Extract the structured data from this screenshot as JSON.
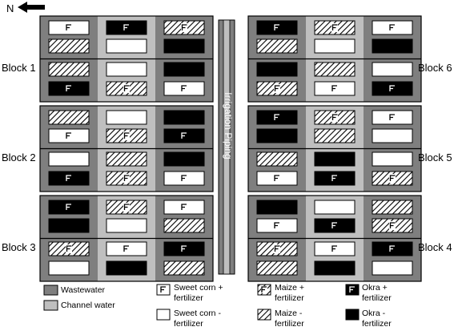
{
  "north_label": "N",
  "pipe_label": "Irrigation Piping",
  "colors": {
    "wastewater": "#7f7f7f",
    "channel": "#bfbfbf",
    "border": "#000000",
    "white": "#ffffff",
    "black": "#000000"
  },
  "blocks": [
    {
      "label": "Block 1",
      "side": "left",
      "strips": [
        "wastewater",
        "channel",
        "wastewater"
      ],
      "rows": [
        [
          {
            "crop": "sweetcorn",
            "fert": true
          },
          {
            "crop": "okra",
            "fert": true
          },
          {
            "crop": "maize",
            "fert": true
          }
        ],
        [
          {
            "crop": "maize",
            "fert": false
          },
          {
            "crop": "sweetcorn",
            "fert": false
          },
          {
            "crop": "okra",
            "fert": false
          }
        ],
        [
          {
            "crop": "maize",
            "fert": false
          },
          {
            "crop": "sweetcorn",
            "fert": false
          },
          {
            "crop": "okra",
            "fert": false
          }
        ],
        [
          {
            "crop": "okra",
            "fert": true
          },
          {
            "crop": "maize",
            "fert": true
          },
          {
            "crop": "sweetcorn",
            "fert": true
          }
        ]
      ]
    },
    {
      "label": "Block 2",
      "side": "left",
      "strips": [
        "wastewater",
        "channel",
        "wastewater"
      ],
      "rows": [
        [
          {
            "crop": "maize",
            "fert": false
          },
          {
            "crop": "sweetcorn",
            "fert": false
          },
          {
            "crop": "okra",
            "fert": false
          }
        ],
        [
          {
            "crop": "sweetcorn",
            "fert": true
          },
          {
            "crop": "maize",
            "fert": true
          },
          {
            "crop": "okra",
            "fert": true
          }
        ],
        [
          {
            "crop": "sweetcorn",
            "fert": false
          },
          {
            "crop": "maize",
            "fert": false
          },
          {
            "crop": "okra",
            "fert": false
          }
        ],
        [
          {
            "crop": "okra",
            "fert": true
          },
          {
            "crop": "maize",
            "fert": true
          },
          {
            "crop": "sweetcorn",
            "fert": true
          }
        ]
      ]
    },
    {
      "label": "Block 3",
      "side": "left",
      "strips": [
        "wastewater",
        "channel",
        "wastewater"
      ],
      "rows": [
        [
          {
            "crop": "okra",
            "fert": true
          },
          {
            "crop": "maize",
            "fert": true
          },
          {
            "crop": "sweetcorn",
            "fert": true
          }
        ],
        [
          {
            "crop": "okra",
            "fert": false
          },
          {
            "crop": "sweetcorn",
            "fert": false
          },
          {
            "crop": "maize",
            "fert": false
          }
        ],
        [
          {
            "crop": "maize",
            "fert": true
          },
          {
            "crop": "sweetcorn",
            "fert": true
          },
          {
            "crop": "okra",
            "fert": true
          }
        ],
        [
          {
            "crop": "sweetcorn",
            "fert": false
          },
          {
            "crop": "okra",
            "fert": false
          },
          {
            "crop": "maize",
            "fert": false
          }
        ]
      ]
    },
    {
      "label": "Block 6",
      "side": "right",
      "strips": [
        "wastewater",
        "channel",
        "wastewater"
      ],
      "rows": [
        [
          {
            "crop": "okra",
            "fert": true
          },
          {
            "crop": "maize",
            "fert": true
          },
          {
            "crop": "sweetcorn",
            "fert": true
          }
        ],
        [
          {
            "crop": "maize",
            "fert": false
          },
          {
            "crop": "sweetcorn",
            "fert": false
          },
          {
            "crop": "okra",
            "fert": false
          }
        ],
        [
          {
            "crop": "okra",
            "fert": false
          },
          {
            "crop": "maize",
            "fert": false
          },
          {
            "crop": "sweetcorn",
            "fert": false
          }
        ],
        [
          {
            "crop": "maize",
            "fert": true
          },
          {
            "crop": "sweetcorn",
            "fert": true
          },
          {
            "crop": "okra",
            "fert": true
          }
        ]
      ]
    },
    {
      "label": "Block 5",
      "side": "right",
      "strips": [
        "wastewater",
        "channel",
        "wastewater"
      ],
      "rows": [
        [
          {
            "crop": "okra",
            "fert": true
          },
          {
            "crop": "maize",
            "fert": true
          },
          {
            "crop": "sweetcorn",
            "fert": true
          }
        ],
        [
          {
            "crop": "okra",
            "fert": false
          },
          {
            "crop": "maize",
            "fert": false
          },
          {
            "crop": "sweetcorn",
            "fert": false
          }
        ],
        [
          {
            "crop": "maize",
            "fert": false
          },
          {
            "crop": "okra",
            "fert": false
          },
          {
            "crop": "sweetcorn",
            "fert": false
          }
        ],
        [
          {
            "crop": "sweetcorn",
            "fert": true
          },
          {
            "crop": "okra",
            "fert": true
          },
          {
            "crop": "maize",
            "fert": true
          }
        ]
      ]
    },
    {
      "label": "Block 4",
      "side": "right",
      "strips": [
        "wastewater",
        "channel",
        "wastewater"
      ],
      "rows": [
        [
          {
            "crop": "okra",
            "fert": false
          },
          {
            "crop": "sweetcorn",
            "fert": false
          },
          {
            "crop": "maize",
            "fert": false
          }
        ],
        [
          {
            "crop": "sweetcorn",
            "fert": true
          },
          {
            "crop": "okra",
            "fert": true
          },
          {
            "crop": "maize",
            "fert": true
          }
        ],
        [
          {
            "crop": "maize",
            "fert": true
          },
          {
            "crop": "sweetcorn",
            "fert": true
          },
          {
            "crop": "okra",
            "fert": true
          }
        ],
        [
          {
            "crop": "maize",
            "fert": false
          },
          {
            "crop": "okra",
            "fert": false
          },
          {
            "crop": "sweetcorn",
            "fert": false
          }
        ]
      ]
    }
  ],
  "legend": {
    "wastewater": "Wastewater",
    "channel": "Channel water",
    "sweetcorn_plus_1": "Sweet corn +",
    "sweetcorn_plus_2": "fertilizer",
    "sweetcorn_minus_1": "Sweet corn -",
    "sweetcorn_minus_2": "fertilizer",
    "maize_plus_1": "Maize +",
    "maize_plus_2": "fertilizer",
    "maize_minus_1": "Maize -",
    "maize_minus_2": "fertilizer",
    "okra_plus_1": "Okra +",
    "okra_plus_2": "fertilizer",
    "okra_minus_1": "Okra -",
    "okra_minus_2": "fertilizer"
  }
}
